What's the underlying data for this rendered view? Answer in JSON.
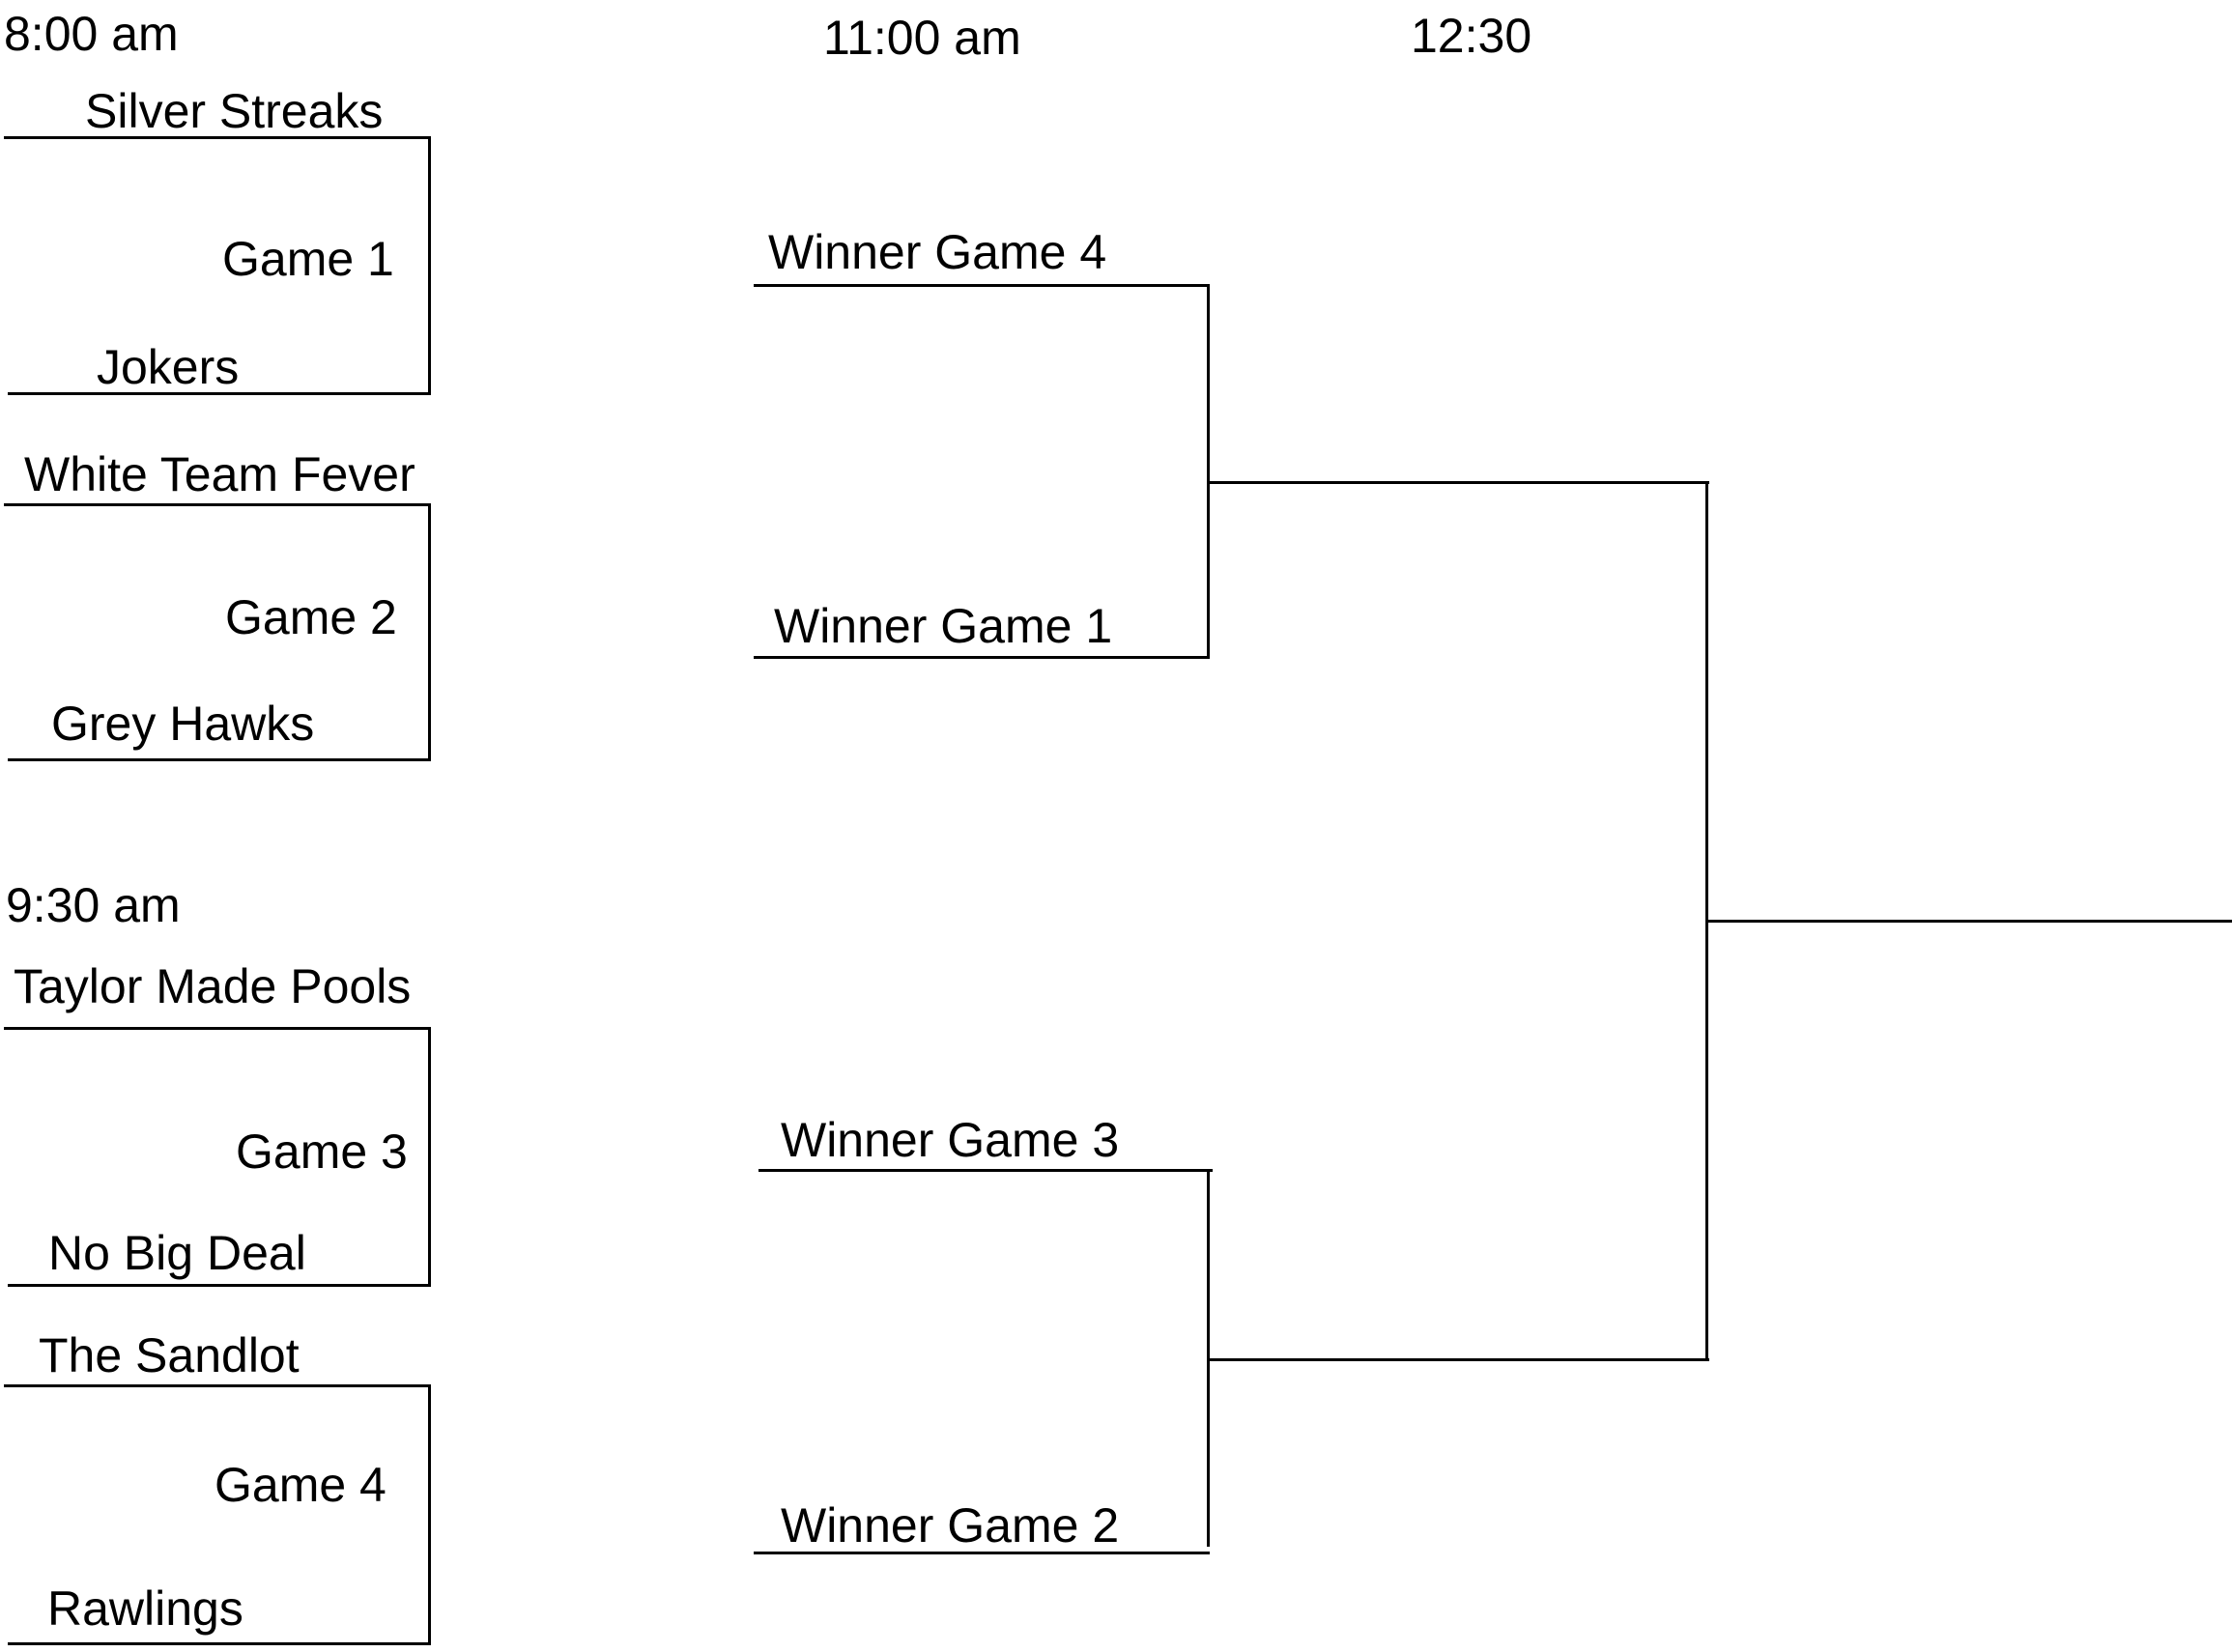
{
  "times": {
    "round1_first": "8:00 am",
    "round1_second": "9:30 am",
    "round2": "11:00 am",
    "round3": "12:30"
  },
  "games": [
    {
      "label": "Game 1",
      "top_team": "Silver Streaks",
      "bottom_team": "Jokers"
    },
    {
      "label": "Game 2",
      "top_team": "White Team Fever",
      "bottom_team": "Grey Hawks"
    },
    {
      "label": "Game 3",
      "top_team": "Taylor Made Pools",
      "bottom_team": "No Big Deal"
    },
    {
      "label": "Game 4",
      "top_team": "The Sandlot",
      "bottom_team": "Rawlings"
    }
  ],
  "semifinals": [
    {
      "top_slot": "Winner Game 4",
      "bottom_slot": "Winner Game 1"
    },
    {
      "top_slot": "Winner Game 3",
      "bottom_slot": "Winner Game 2"
    }
  ]
}
